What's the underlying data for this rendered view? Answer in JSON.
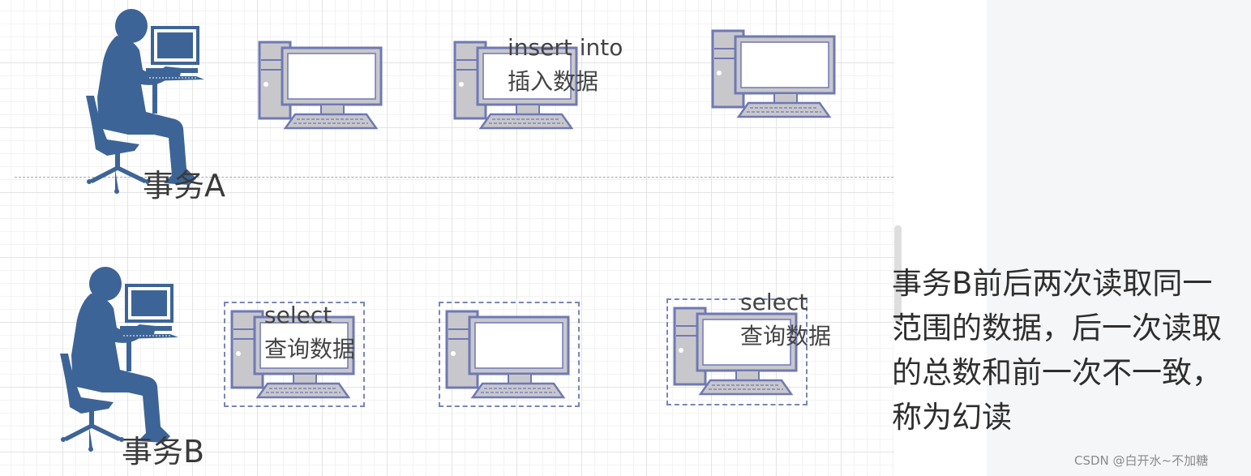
{
  "transaction_a": {
    "label": "事务A",
    "steps": [
      {
        "lines": []
      },
      {
        "lines": [
          "insert into",
          "插入数据"
        ]
      },
      {
        "lines": []
      }
    ]
  },
  "transaction_b": {
    "label": "事务B",
    "steps": [
      {
        "lines": [
          "select",
          "查询数据"
        ]
      },
      {
        "lines": []
      },
      {
        "lines": [
          "select",
          "查询数据"
        ]
      }
    ]
  },
  "note": "事务B前后两次读取同一范围的数据，后一次读取的总数和前一次不一致， 称为幻读",
  "watermark": "CSDN @白开水~不加糖",
  "colors": {
    "person": "#3d6496",
    "computer_fill": "#c8c8cc",
    "computer_stroke": "#6f79b3",
    "screen": "#ffffff",
    "dashed_box": "#7a86b8",
    "side_panel": "#f5f6f8"
  }
}
